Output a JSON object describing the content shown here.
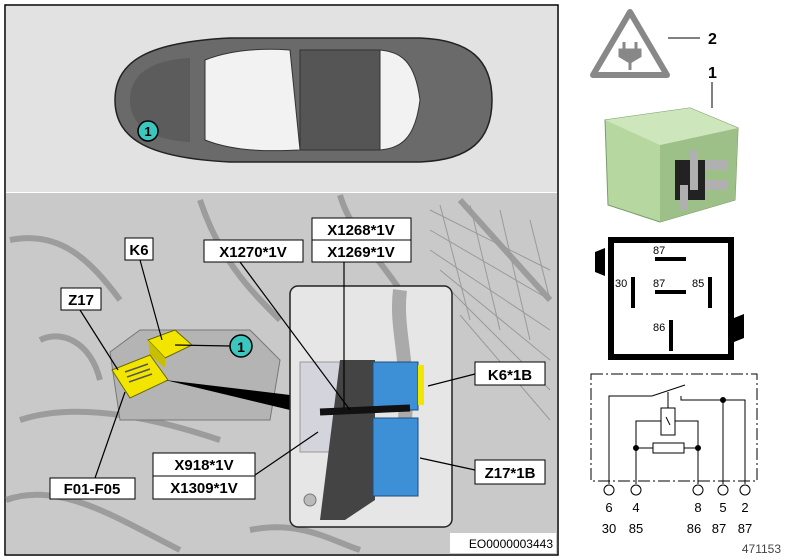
{
  "location_view": {
    "callout_car": "1",
    "callout_engine": "1",
    "labels": {
      "k6": "K6",
      "x1270": "X1270*1V",
      "x1268": "X1268*1V",
      "x1269": "X1269*1V",
      "z17": "Z17",
      "k6_1b": "K6*1B",
      "z17_1b": "Z17*1B",
      "x918": "X918*1V",
      "x1309": "X1309*1V",
      "f01_f05": "F01-F05"
    },
    "image_code": "EO0000003443"
  },
  "relay_panel": {
    "callout_warning": "2",
    "callout_relay": "1",
    "pin_layout": {
      "top": "87",
      "left": "30",
      "center": "87",
      "right": "85",
      "bottom": "86"
    },
    "schematic": {
      "pins": [
        {
          "number": "6",
          "terminal": "30"
        },
        {
          "number": "4",
          "terminal": "85"
        },
        {
          "number": "8",
          "terminal": "86"
        },
        {
          "number": "5",
          "terminal": "87"
        },
        {
          "number": "2",
          "terminal": "87"
        }
      ]
    },
    "part_number": "471153"
  },
  "colors": {
    "callout": "#3cc6c0",
    "highlight": "#f2e600",
    "relay_green": "#b7d7a0",
    "connector_blue": "#3d8fd6"
  }
}
